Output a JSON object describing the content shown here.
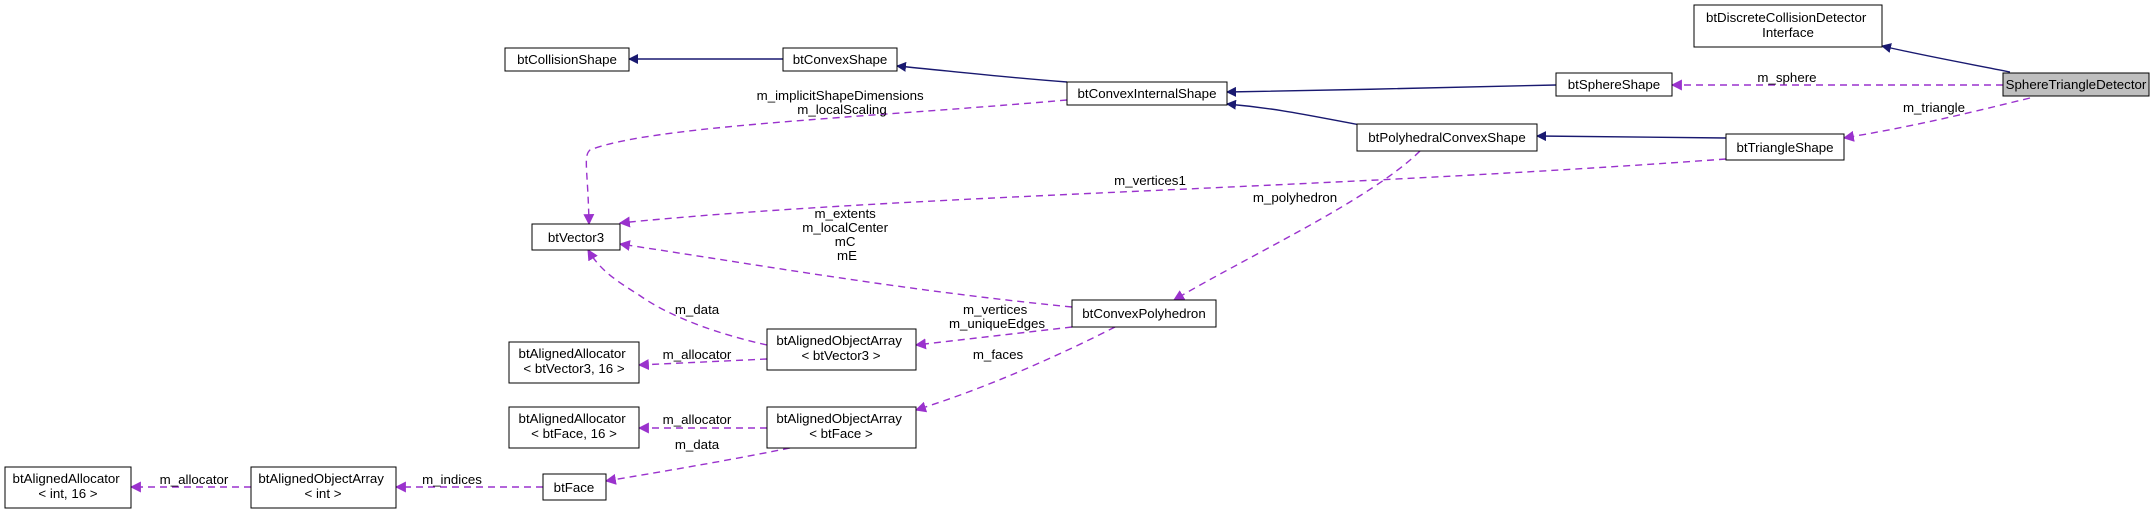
{
  "diagram": {
    "nodes": {
      "btCollisionShape": [
        "btCollisionShape"
      ],
      "btConvexShape": [
        "btConvexShape"
      ],
      "btConvexInternalShape": [
        "btConvexInternalShape"
      ],
      "btSphereShape": [
        "btSphereShape"
      ],
      "btDiscreteCollisionDetectorInterface": [
        "btDiscreteCollisionDetector",
        "Interface"
      ],
      "SphereTriangleDetector": [
        "SphereTriangleDetector"
      ],
      "btPolyhedralConvexShape": [
        "btPolyhedralConvexShape"
      ],
      "btTriangleShape": [
        "btTriangleShape"
      ],
      "btVector3": [
        "btVector3"
      ],
      "btConvexPolyhedron": [
        "btConvexPolyhedron"
      ],
      "btAlignedObjectArray_btVector3": [
        "btAlignedObjectArray",
        "< btVector3 >"
      ],
      "btAlignedAllocator_btVector3": [
        "btAlignedAllocator",
        "< btVector3, 16 >"
      ],
      "btAlignedObjectArray_btFace": [
        "btAlignedObjectArray",
        "< btFace >"
      ],
      "btAlignedAllocator_btFace": [
        "btAlignedAllocator",
        "< btFace, 16 >"
      ],
      "btFace": [
        "btFace"
      ],
      "btAlignedObjectArray_int": [
        "btAlignedObjectArray",
        "< int >"
      ],
      "btAlignedAllocator_int": [
        "btAlignedAllocator",
        "< int, 16 >"
      ]
    },
    "edge_labels": {
      "m_sphere": [
        "m_sphere"
      ],
      "m_triangle": [
        "m_triangle"
      ],
      "m_implicitShapeDimensions": [
        "m_implicitShapeDimensions",
        "m_localScaling"
      ],
      "m_vertices1": [
        "m_vertices1"
      ],
      "m_polyhedron": [
        "m_polyhedron"
      ],
      "m_extents": [
        "m_extents",
        "m_localCenter",
        "mC",
        "mE"
      ],
      "m_data_vec": [
        "m_data"
      ],
      "m_vertices": [
        "m_vertices",
        "m_uniqueEdges"
      ],
      "m_allocator_vec": [
        "m_allocator"
      ],
      "m_faces": [
        "m_faces"
      ],
      "m_allocator_face": [
        "m_allocator"
      ],
      "m_data_face": [
        "m_data"
      ],
      "m_indices": [
        "m_indices"
      ],
      "m_allocator_int": [
        "m_allocator"
      ]
    },
    "colors": {
      "inheritance_edge": "#191970",
      "usage_edge": "#9a32cd",
      "focus_node_fill": "#bfbfbf"
    }
  }
}
